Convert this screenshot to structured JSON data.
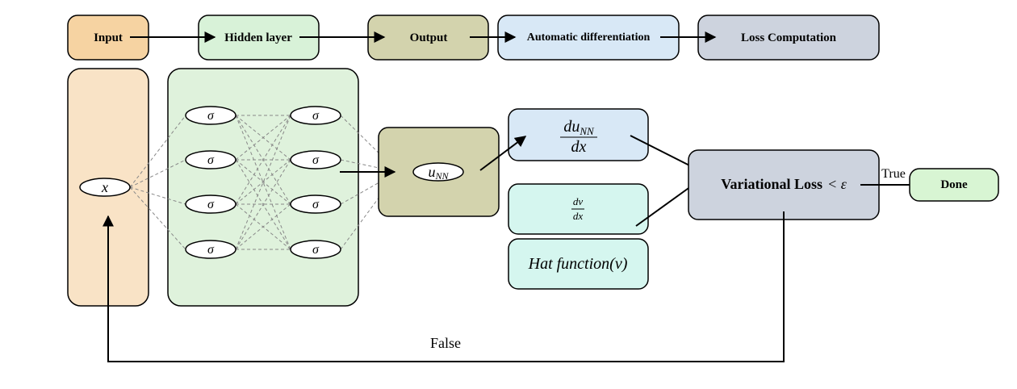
{
  "header": {
    "input_label": "Input",
    "hidden_label": "Hidden layer",
    "output_label": "Output",
    "autodiff_label": "Automatic differentiation",
    "loss_label": "Loss Computation"
  },
  "network": {
    "input_node": "x",
    "hidden_node_symbol": "σ",
    "hidden_layers": 2,
    "neurons_per_layer": 4,
    "output_node_main": "u",
    "output_node_sub": "NN"
  },
  "derivatives": {
    "du_num_main": "du",
    "du_num_sub": "NN",
    "du_den": "dx",
    "dv_num": "dv",
    "dv_den": "dx",
    "hat_text": "Hat function",
    "hat_arg": "(v)"
  },
  "loss": {
    "label": "Variational Loss",
    "condition": "< ε"
  },
  "branches": {
    "true_label": "True",
    "false_label": "False",
    "done_label": "Done"
  },
  "colors": {
    "input": "#f6d3a2",
    "input_panel": "#f9e3c6",
    "hidden": "#d8f2d8",
    "hidden_panel": "#dff2dc",
    "output": "#d3d3ad",
    "autodiff": "#d8e8f6",
    "loss": "#cdd3de",
    "dv_box": "#d5f6ef",
    "done": "#d8f5d3"
  }
}
